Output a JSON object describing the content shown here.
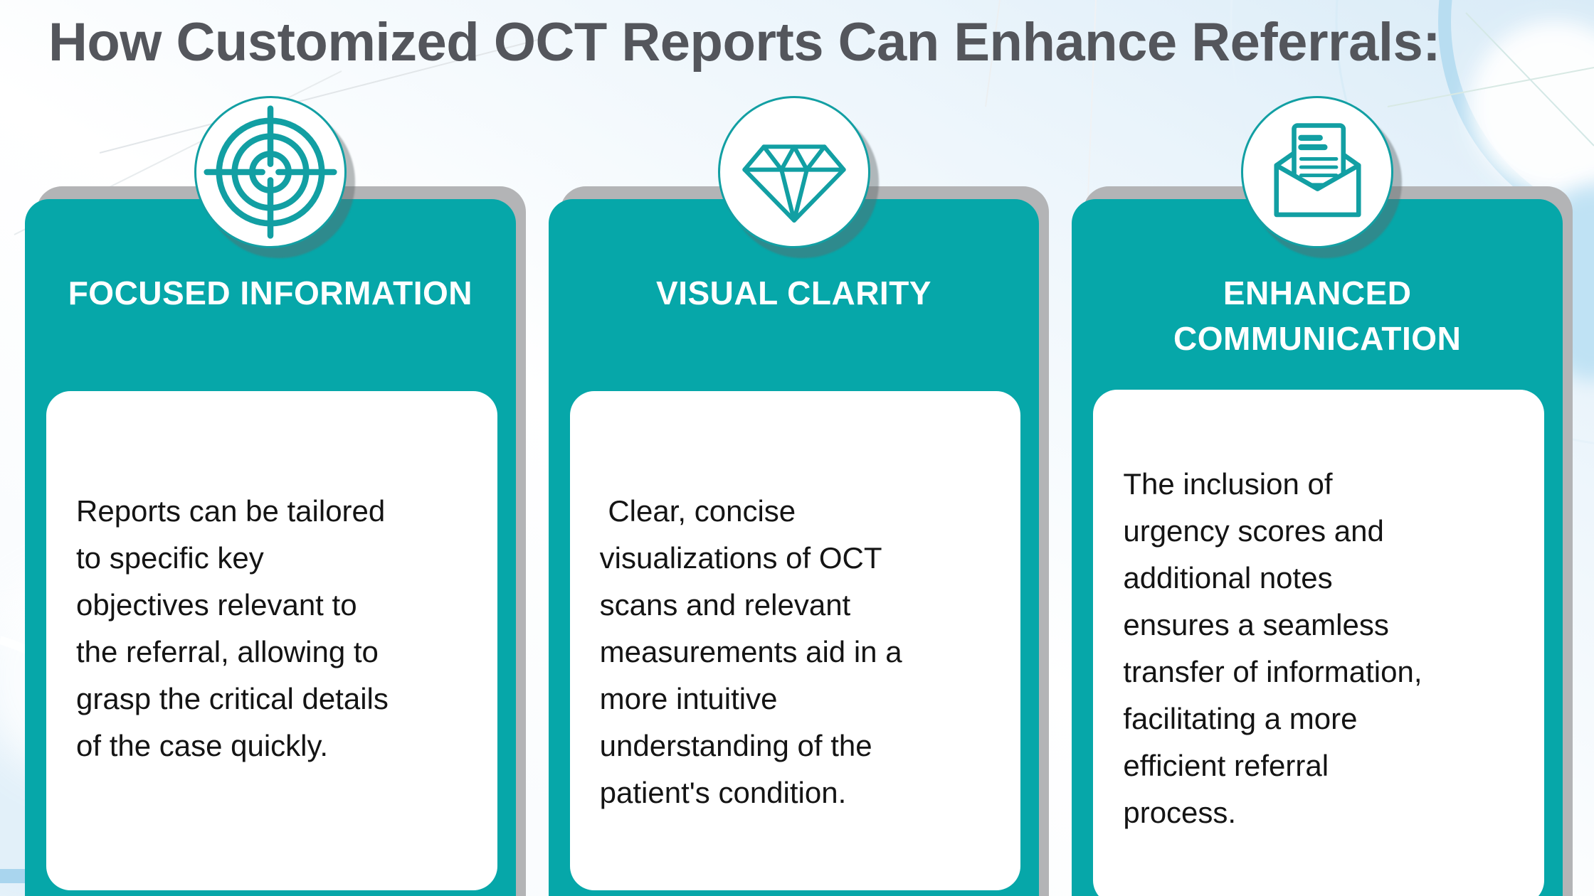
{
  "page": {
    "title": "How Customized OCT Reports Can Enhance Referrals:"
  },
  "colors": {
    "teal": "#06a7a9",
    "icon_stroke": "#129fa3",
    "card_shadow": "#b3b4b6",
    "title_text": "#54565c",
    "heading_text": "#ffffff",
    "body_text": "#141414",
    "bg_arc_blue": "#b8ddf1",
    "bg_light_blue": "#dcedf8"
  },
  "cards": [
    {
      "icon": "target-icon",
      "heading": "FOCUSED INFORMATION",
      "body": "Reports can be tailored\nto specific key\nobjectives relevant to\nthe referral, allowing to\ngrasp the critical details\nof the case quickly."
    },
    {
      "icon": "diamond-icon",
      "heading": "VISUAL CLARITY",
      "body": " Clear, concise\nvisualizations of OCT\nscans and relevant\nmeasurements aid in a\nmore intuitive\nunderstanding of the\npatient's condition."
    },
    {
      "icon": "envelope-letter-icon",
      "heading": "ENHANCED\nCOMMUNICATION",
      "body": "The inclusion of\nurgency scores and\nadditional notes\nensures a seamless\ntransfer of information,\nfacilitating a more\nefficient referral\nprocess."
    }
  ]
}
